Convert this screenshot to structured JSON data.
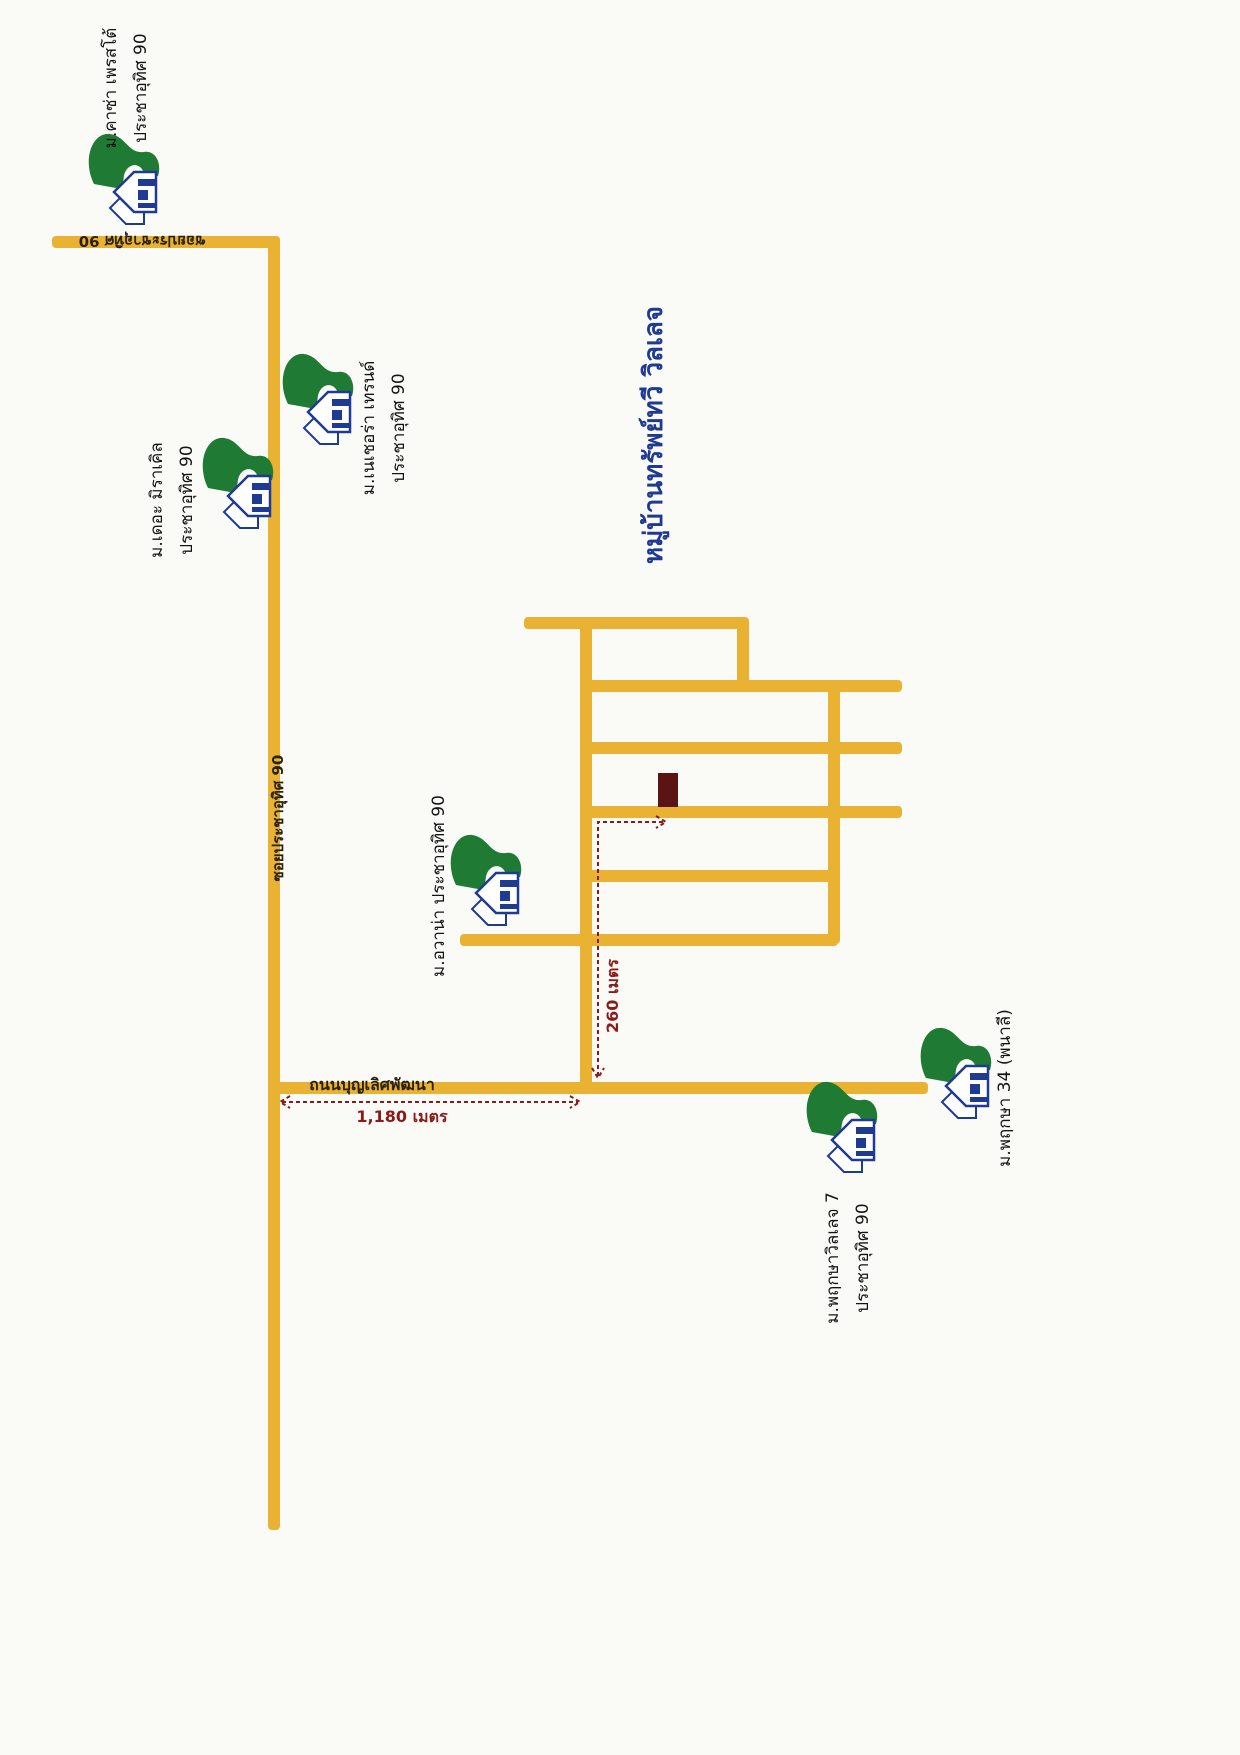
{
  "map": {
    "title": "หมู่บ้านทรัพย์ทวี วิลเลจ",
    "colors": {
      "road": "#eab233",
      "title": "#1f3a93",
      "distance": "#8b1a1a",
      "target": "#5a1414",
      "icon_green": "#1f7a33",
      "icon_blue": "#1f3a93"
    },
    "roads": {
      "soi_main": "ซอยประชาอุทิศ 90",
      "soi_top": "ซอยประชาอุทิศ 90",
      "boonlert": "ถนนบุญเลิศพัฒนา"
    },
    "distances": {
      "horizontal": "1,180 เมตร",
      "vertical": "260 เมตร"
    },
    "landmarks": [
      {
        "icon": "village-house-icon",
        "line1": "ม.คาซ่า เพรสโต้",
        "line2": "ประชาอุทิศ 90"
      },
      {
        "icon": "village-house-icon",
        "line1": "ม.เดอะ มิราเคิล",
        "line2": "ประชาอุทิศ 90"
      },
      {
        "icon": "village-house-icon",
        "line1": "ม.เนเชอร่า เทรนด์",
        "line2": "ประชาอุทิศ 90"
      },
      {
        "icon": "village-house-icon",
        "line1": "ม.อวาน่า ประชาอุทิศ 90",
        "line2": ""
      },
      {
        "icon": "village-house-icon",
        "line1": "ม.พฤกษาวิลเลจ 7",
        "line2": "ประชาอุทิศ 90"
      },
      {
        "icon": "village-house-icon",
        "line1": "ม.พฤกษา 34 (พนาลี)",
        "line2": ""
      }
    ]
  }
}
